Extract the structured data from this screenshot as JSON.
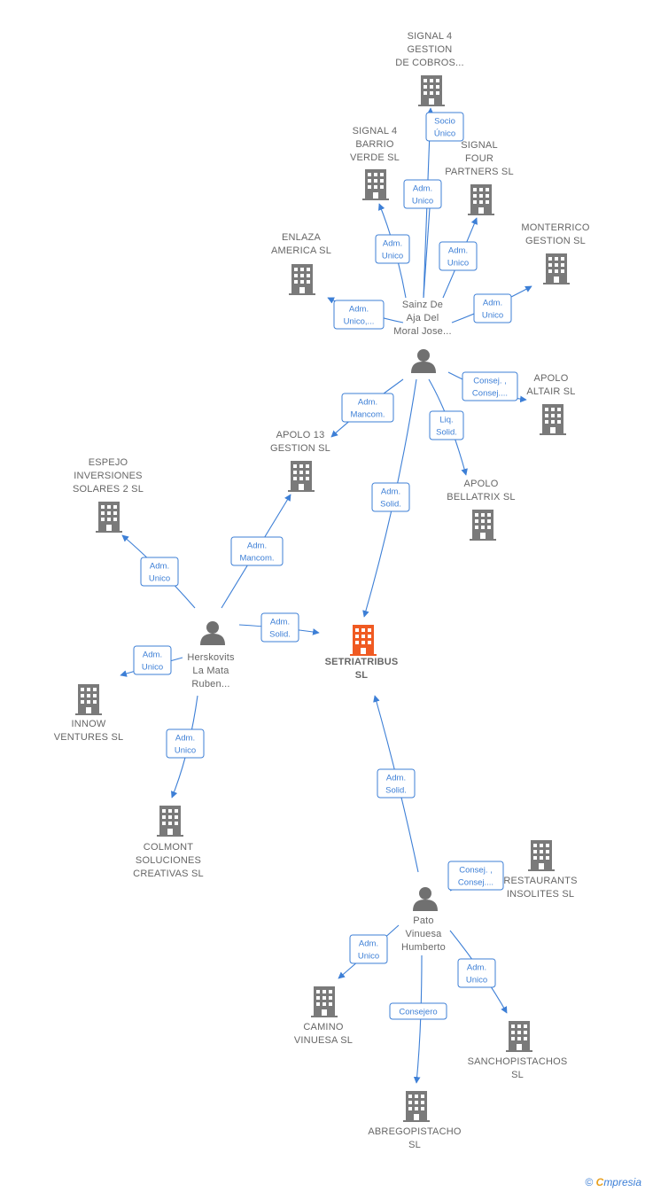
{
  "colors": {
    "company": "#7a7a7a",
    "main_company": "#f05a22",
    "person": "#707070",
    "edge": "#3d7fd6"
  },
  "nodes": {
    "setriatribus": {
      "lines": [
        "SETRIATRIBUS",
        "SL"
      ],
      "kind": "main"
    },
    "signal4_gestion": {
      "lines": [
        "SIGNAL 4",
        "GESTION",
        "DE COBROS..."
      ],
      "kind": "company"
    },
    "signal4_barrio": {
      "lines": [
        "SIGNAL 4",
        "BARRIO",
        "VERDE  SL"
      ],
      "kind": "company"
    },
    "signal_four": {
      "lines": [
        "SIGNAL",
        "FOUR",
        "PARTNERS  SL"
      ],
      "kind": "company"
    },
    "enlaza": {
      "lines": [
        "ENLAZA",
        "AMERICA SL"
      ],
      "kind": "company"
    },
    "monterrico": {
      "lines": [
        "MONTERRICO",
        "GESTION SL"
      ],
      "kind": "company"
    },
    "sainz": {
      "lines": [
        "Sainz De",
        "Aja Del",
        "Moral Jose..."
      ],
      "kind": "person"
    },
    "apolo_altair": {
      "lines": [
        "APOLO",
        "ALTAIR  SL"
      ],
      "kind": "company"
    },
    "apolo13": {
      "lines": [
        "APOLO 13",
        "GESTION  SL"
      ],
      "kind": "company"
    },
    "apolo_bellatrix": {
      "lines": [
        "APOLO",
        "BELLATRIX  SL"
      ],
      "kind": "company"
    },
    "espejo": {
      "lines": [
        "ESPEJO",
        "INVERSIONES",
        "SOLARES 2 SL"
      ],
      "kind": "company"
    },
    "herskovits": {
      "lines": [
        "Herskovits",
        "La Mata",
        "Ruben..."
      ],
      "kind": "person"
    },
    "innow": {
      "lines": [
        "INNOW",
        "VENTURES  SL"
      ],
      "kind": "company"
    },
    "colmont": {
      "lines": [
        "COLMONT",
        "SOLUCIONES",
        "CREATIVAS SL"
      ],
      "kind": "company"
    },
    "restaurants": {
      "lines": [
        "RESTAURANTS",
        "INSOLITES  SL"
      ],
      "kind": "company"
    },
    "pato": {
      "lines": [
        "Pato",
        "Vinuesa",
        "Humberto"
      ],
      "kind": "person"
    },
    "camino": {
      "lines": [
        "CAMINO",
        "VINUESA  SL"
      ],
      "kind": "company"
    },
    "sancho": {
      "lines": [
        "SANCHOPISTACHOS",
        "SL"
      ],
      "kind": "company"
    },
    "abrego": {
      "lines": [
        "ABREGOPISTACHO",
        "SL"
      ],
      "kind": "company"
    }
  },
  "edges": [
    {
      "from": "sainz",
      "to": "signal4_gestion",
      "label": [
        "Socio",
        "Único"
      ]
    },
    {
      "from": "sainz",
      "to": "signal4_barrio",
      "label": [
        "Adm.",
        "Unico"
      ]
    },
    {
      "from": "sainz",
      "to": "signal_four",
      "label": [
        "Adm.",
        "Unico"
      ]
    },
    {
      "from": "sainz",
      "to": "signal4_gestion",
      "label": [
        "Adm.",
        "Unico"
      ]
    },
    {
      "from": "sainz",
      "to": "enlaza",
      "label": [
        "Adm.",
        "Unico,..."
      ]
    },
    {
      "from": "sainz",
      "to": "monterrico",
      "label": [
        "Adm.",
        "Unico"
      ]
    },
    {
      "from": "sainz",
      "to": "apolo_altair",
      "label": [
        "Consej. ,",
        "Consej...."
      ]
    },
    {
      "from": "sainz",
      "to": "apolo13",
      "label": [
        "Adm.",
        "Mancom."
      ]
    },
    {
      "from": "sainz",
      "to": "apolo_bellatrix",
      "label": [
        "Liq.",
        "Solid."
      ]
    },
    {
      "from": "sainz",
      "to": "setriatribus",
      "label": [
        "Adm.",
        "Solid."
      ]
    },
    {
      "from": "herskovits",
      "to": "espejo",
      "label": [
        "Adm.",
        "Unico"
      ]
    },
    {
      "from": "herskovits",
      "to": "apolo13",
      "label": [
        "Adm.",
        "Mancom."
      ]
    },
    {
      "from": "herskovits",
      "to": "setriatribus",
      "label": [
        "Adm.",
        "Solid."
      ]
    },
    {
      "from": "herskovits",
      "to": "innow",
      "label": [
        "Adm.",
        "Unico"
      ]
    },
    {
      "from": "herskovits",
      "to": "colmont",
      "label": [
        "Adm.",
        "Unico"
      ]
    },
    {
      "from": "pato",
      "to": "setriatribus",
      "label": [
        "Adm.",
        "Solid."
      ]
    },
    {
      "from": "pato",
      "to": "restaurants",
      "label": [
        "Consej. ,",
        "Consej...."
      ]
    },
    {
      "from": "pato",
      "to": "camino",
      "label": [
        "Adm.",
        "Unico"
      ]
    },
    {
      "from": "pato",
      "to": "sancho",
      "label": [
        "Adm.",
        "Unico"
      ]
    },
    {
      "from": "pato",
      "to": "abrego",
      "label": [
        "Consejero"
      ]
    }
  ],
  "footer": {
    "copyright": "©",
    "brand_first": "C",
    "brand_rest": "mpresia"
  }
}
